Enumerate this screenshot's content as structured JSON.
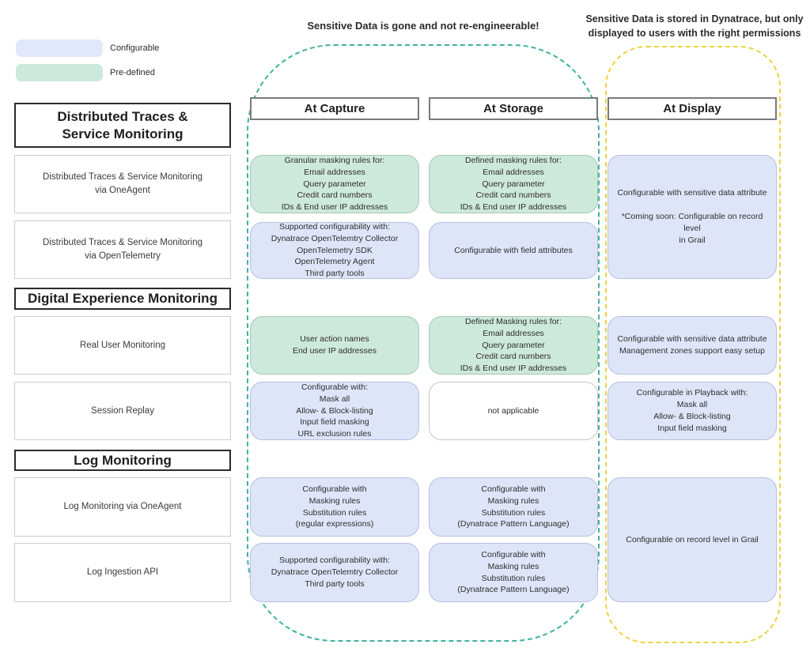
{
  "notes": {
    "capture_storage": "Sensitive Data is gone and not re-engineerable!",
    "display": "Sensitive Data is stored in Dynatrace, but only\ndisplayed to users with the right permissions"
  },
  "legend": {
    "configurable": {
      "label": "Configurable",
      "color": "#e2e8fb"
    },
    "predefined": {
      "label": "Pre-defined",
      "color": "#cde9db"
    }
  },
  "colors": {
    "configurable_cell": "#dfe5f9",
    "predefined_cell": "#cde9db",
    "capture_storage_outline": "#3fb39e",
    "display_outline": "#eed23f"
  },
  "column_headers": {
    "capture": "At Capture",
    "storage": "At Storage",
    "display": "At Display"
  },
  "sections": {
    "traces": "Distributed Traces &\nService Monitoring",
    "dem": "Digital Experience Monitoring",
    "logs": "Log Monitoring"
  },
  "row_labels": {
    "oneagent": "Distributed Traces & Service Monitoring\nvia OneAgent",
    "otel": "Distributed Traces & Service Monitoring\nvia OpenTelemetry",
    "rum": "Real User Monitoring",
    "session_replay": "Session Replay",
    "log_oneagent": "Log Monitoring via OneAgent",
    "log_api": "Log Ingestion API"
  },
  "cells": {
    "oneagent_capture": "Granular masking rules for:\nEmail addresses\nQuery parameter\nCredit card numbers\nIDs & End user IP addresses",
    "oneagent_storage": "Defined masking rules for:\nEmail addresses\nQuery parameter\nCredit card numbers\nIDs & End user IP addresses",
    "otel_capture": "Supported configurability with:\nDynatrace OpenTelemtry Collector\nOpenTelemetry SDK\nOpenTelemetry Agent\nThird party tools",
    "otel_storage": "Configurable with field attributes",
    "traces_display": "Configurable with sensitive data attribute\n\n*Coming soon: Configurable on record level\nin Grail",
    "rum_capture": "User action names\nEnd user IP addresses",
    "rum_storage": "Defined Masking rules for:\nEmail addresses\nQuery parameter\nCredit card numbers\nIDs & End user IP addresses",
    "rum_display": "Configurable with sensitive data attribute\nManagement zones support easy setup",
    "sr_capture": "Configurable with:\nMask all\nAllow- & Block-listing\nInput field masking\nURL exclusion rules",
    "sr_storage": "not applicable",
    "sr_display": "Configurable in Playback with:\nMask all\nAllow- & Block-listing\nInput field masking",
    "log_oneagent_capture": "Configurable with\nMasking rules\nSubstitution rules\n(regular expressions)",
    "log_oneagent_storage": "Configurable with\nMasking rules\nSubstitution rules\n(Dynatrace Pattern Language)",
    "log_api_capture": "Supported configurability with:\nDynatrace OpenTelemtry Collector\nThird party tools",
    "log_api_storage": "Configurable with\nMasking rules\nSubstitution rules\n(Dynatrace Pattern Language)",
    "logs_display": "Configurable on record level in Grail"
  }
}
